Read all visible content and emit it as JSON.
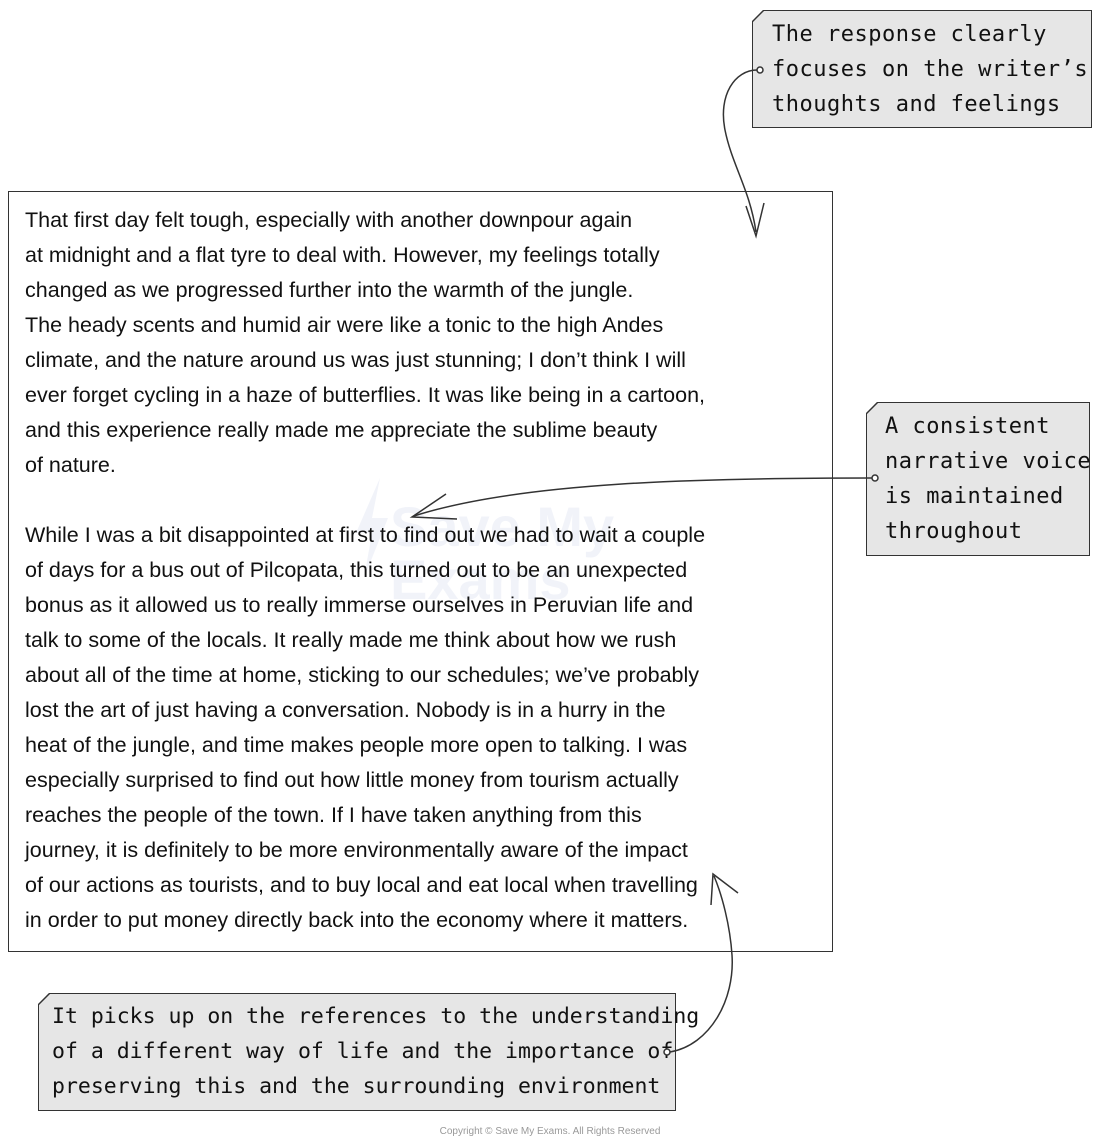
{
  "passage": {
    "lines": [
      "That first day felt tough, especially with another downpour again",
      "at midnight and a flat tyre to deal with. However, my feelings totally",
      "changed as we progressed further into the warmth of the jungle.",
      "The heady scents and humid air were like a tonic to the high Andes",
      "climate, and the nature around us was just stunning; I don’t think I will",
      "ever forget cycling in a haze of butterflies. It was like being in a cartoon,",
      "and this experience really made me appreciate the sublime beauty",
      "of nature.",
      "While I was a bit disappointed at first to find out we had to wait a couple",
      "of days for a bus out of Pilcopata, this turned out to be an unexpected",
      "bonus as it allowed us to really immerse ourselves in Peruvian life and",
      "talk to some of the locals. It really made me think about how we rush",
      "about all of the time at home, sticking to our schedules; we’ve probably",
      "lost the art of just having a conversation. Nobody is in a hurry in the",
      "heat of the jungle, and time makes people more open to talking. I was",
      "especially surprised to find out how little money from tourism actually",
      "reaches the people of the town. If I have taken anything from this",
      "journey, it is definitely to be more environmentally aware of the impact",
      "of our actions as tourists, and to buy local and eat local when travelling",
      "in order to put money directly back into the economy where it matters."
    ]
  },
  "annotations": {
    "thoughts_feelings": {
      "lines": [
        "The response clearly",
        "focuses on the writer’s",
        "thoughts and feelings"
      ]
    },
    "narrative_voice": {
      "lines": [
        "A consistent",
        "narrative voice",
        "is maintained",
        "throughout"
      ]
    },
    "way_of_life": {
      "lines": [
        "It picks up on the references to the understanding",
        "of a different way of life and the importance of",
        "preserving this and the surrounding environment"
      ]
    }
  },
  "watermark": {
    "lines": [
      "Save My",
      "Exams"
    ]
  },
  "footer": {
    "copyright": "Copyright © Save My Exams. All Rights Reserved"
  },
  "colors": {
    "note_fill": "#e6e6e6",
    "border": "#333333",
    "text": "#111111"
  }
}
